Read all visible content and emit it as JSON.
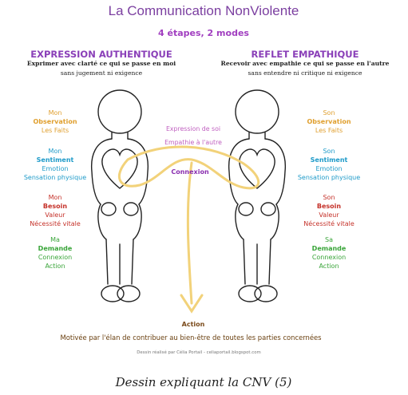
{
  "title": "La Communication NonViolente",
  "subtitle": "4 étapes, 2 modes",
  "left": {
    "heading": "EXPRESSION AUTHENTIQUE",
    "desc": "Exprimer avec clarté ce qui se passe en moi",
    "sub": "sans jugement ni exigence",
    "steps": {
      "observation": [
        "Mon",
        "Observation",
        "Les Faits"
      ],
      "sentiment": [
        "Mon",
        "Sentiment",
        "Emotion",
        "Sensation physique"
      ],
      "besoin": [
        "Mon",
        "Besoin",
        "Valeur",
        "Nécessité vitale"
      ],
      "demande": [
        "Ma",
        "Demande",
        "Connexion",
        "Action"
      ]
    }
  },
  "right": {
    "heading": "REFLET EMPATHIQUE",
    "desc": "Recevoir avec empathie ce qui se passe en l'autre",
    "sub": "sans entendre ni critique ni exigence",
    "steps": {
      "observation": [
        "Son",
        "Observation",
        "Les Faits"
      ],
      "sentiment": [
        "Son",
        "Sentiment",
        "Emotion",
        "Sensation physique"
      ],
      "besoin": [
        "Son",
        "Besoin",
        "Valeur",
        "Nécessité vitale"
      ],
      "demande": [
        "Sa",
        "Demande",
        "Connexion",
        "Action"
      ]
    }
  },
  "center": {
    "expression": "Expression de soi",
    "empathie": "Empathie à l'autre",
    "connexion": "Connexion",
    "action": "Action"
  },
  "motivation": "Motivée par l'élan de contribuer au bien-être de toutes les parties concernées",
  "credit": "Dessin réalisé par Célia Portail - celiaportail.blogspot.com",
  "caption": "Dessin expliquant la CNV (5)",
  "colors": {
    "title": "#7b3fa0",
    "observation": "#e0a030",
    "sentiment": "#1f9bc9",
    "besoin": "#c5322a",
    "demande": "#3aa53a",
    "path": "#f2d27a"
  }
}
